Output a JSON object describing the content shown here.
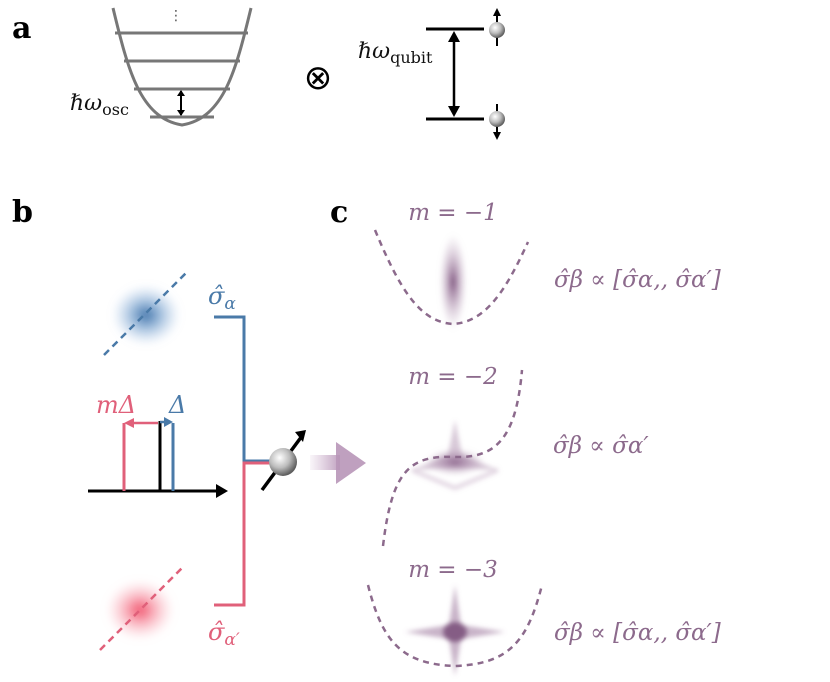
{
  "panels": {
    "a": "a",
    "b": "b",
    "c": "c"
  },
  "panel_a": {
    "osc_label": {
      "main": "ℏω",
      "sub": "osc"
    },
    "qubit_label": {
      "main": "ℏω",
      "sub": "qubit"
    },
    "tensor_symbol": "⊗",
    "ellipsis": "⋮"
  },
  "panel_b": {
    "sigma_alpha": {
      "main": "σ̂",
      "sub": "α"
    },
    "sigma_alpha_prime": {
      "main": "σ̂",
      "sub": "α′"
    },
    "m_delta": "mΔ",
    "delta": "Δ"
  },
  "panel_c": {
    "rows": [
      {
        "m_label": "m = −1",
        "formula": "σ̂β ∝ [σ̂α,, σ̂α′]"
      },
      {
        "m_label": "m = −2",
        "formula": "σ̂β ∝ σ̂α′"
      },
      {
        "m_label": "m = −3",
        "formula": "σ̂β ∝ [σ̂α,, σ̂α′]"
      }
    ]
  },
  "colors": {
    "blue": "#4a7aa8",
    "red": "#e0607a",
    "purple": "#8c6a8c",
    "gray": "#777777",
    "black": "#000000"
  }
}
